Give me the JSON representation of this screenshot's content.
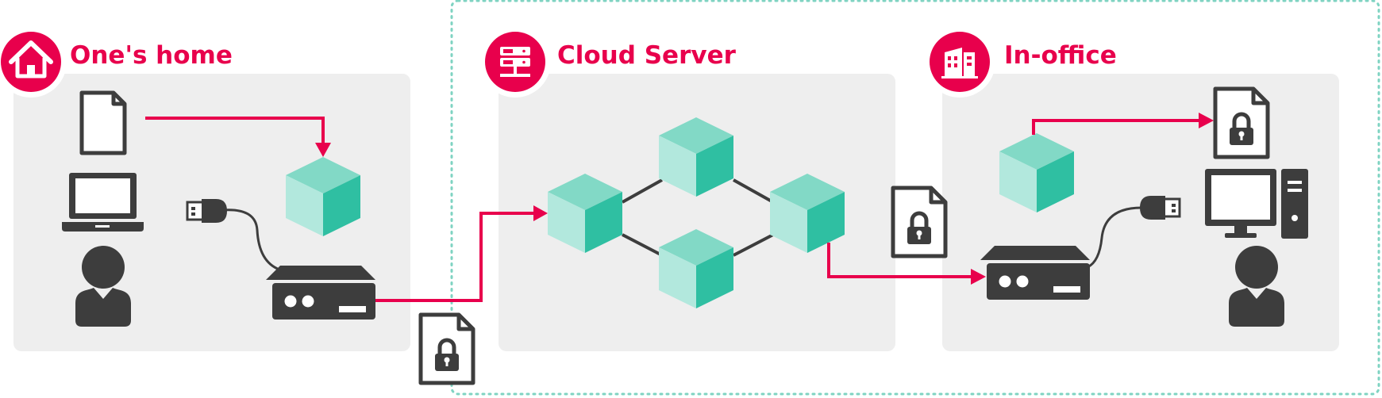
{
  "sections": [
    {
      "id": "home",
      "label": "One's home",
      "icon": "house-icon"
    },
    {
      "id": "cloud",
      "label": "Cloud Server",
      "icon": "server-icon"
    },
    {
      "id": "office",
      "label": "In-office",
      "icon": "office-building-icon"
    }
  ],
  "icons": {
    "document": "document-icon",
    "locked_document": "locked-document-icon",
    "laptop": "laptop-icon",
    "user": "user-icon",
    "usb": "usb-plug-icon",
    "device": "network-device-icon",
    "block": "data-block-icon",
    "desktop": "desktop-computer-icon"
  },
  "colors": {
    "accent": "#e8004c",
    "panel": "#eeeeee",
    "dark": "#3d3d3d",
    "cube_top": "#82d9c6",
    "cube_left": "#b2e8dd",
    "cube_right": "#2fbfa2",
    "cloud_border": "#7fd3c2"
  }
}
